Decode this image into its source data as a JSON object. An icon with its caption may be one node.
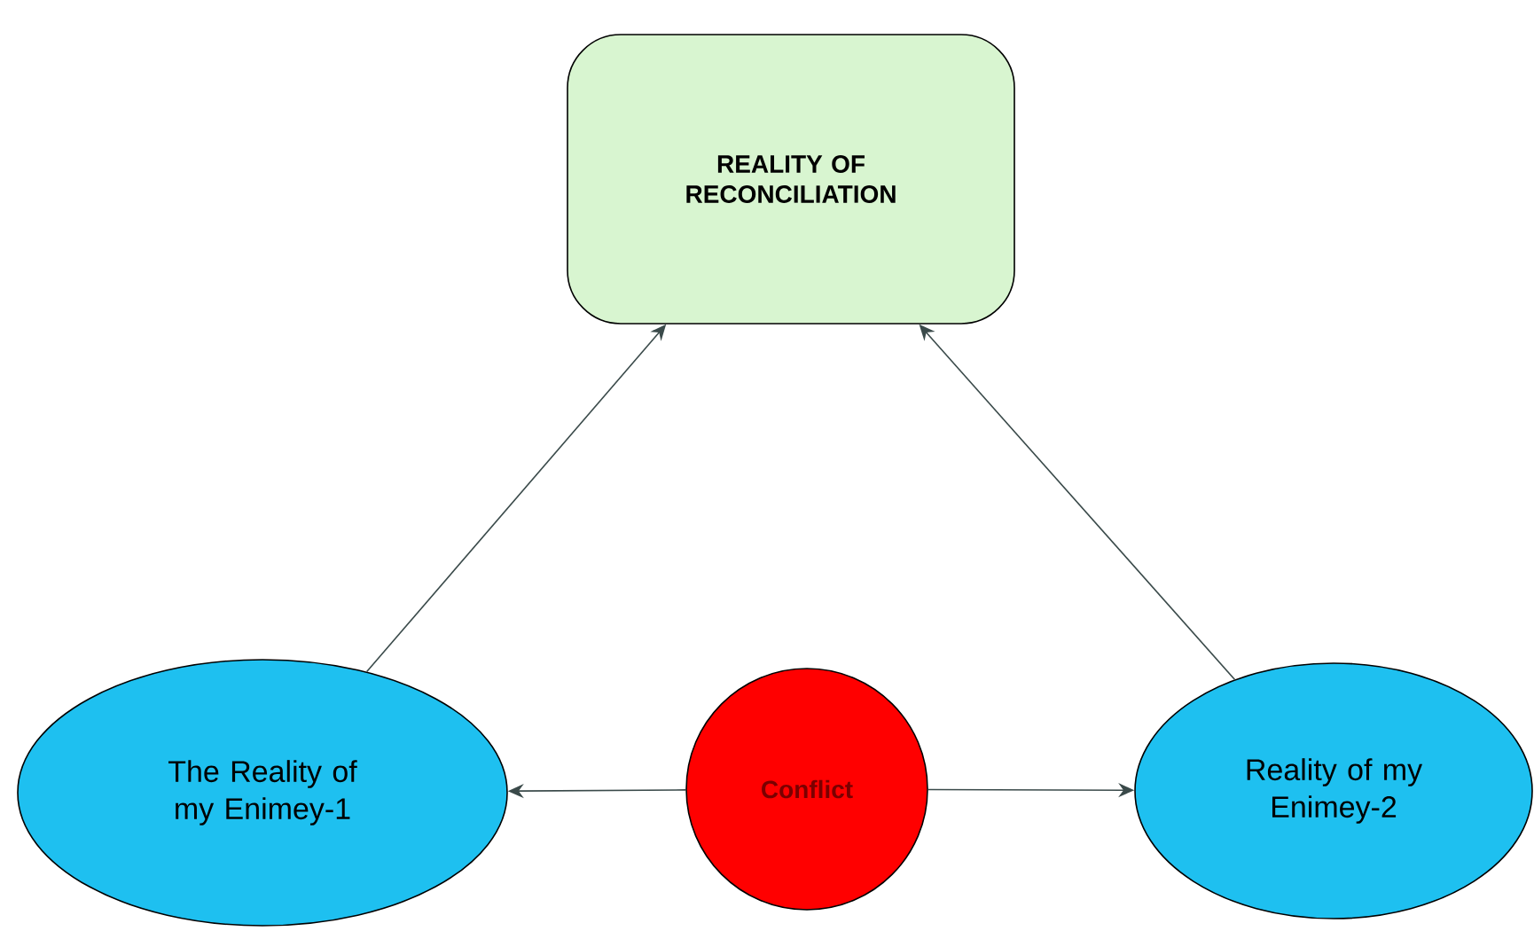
{
  "diagram": {
    "nodes": [
      {
        "text": [
          "REALITY OF RECONCILIATION"
        ]
      },
      {
        "text": [
          "The Reality of my Enimey-1"
        ]
      },
      {
        "text": [
          "Conflict"
        ]
      },
      {
        "text": [
          "Reality of my Enimey-2"
        ]
      }
    ],
    "edges": [
      {
        "from": 1,
        "to": 0,
        "arrow": "to"
      },
      {
        "from": 3,
        "to": 0,
        "arrow": "to"
      },
      {
        "from": 2,
        "to": 1,
        "arrow": "to"
      },
      {
        "from": 2,
        "to": 3,
        "arrow": "to"
      }
    ]
  }
}
